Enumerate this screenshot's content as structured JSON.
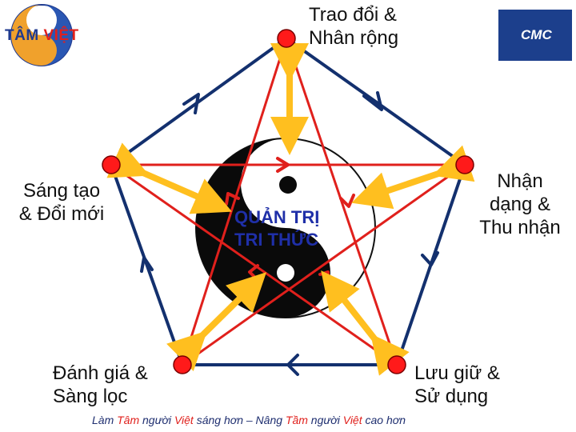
{
  "logo_left": {
    "part1": "TÂM",
    "part2": "VIỆT"
  },
  "logo_right": {
    "text": "CMC"
  },
  "nodes": {
    "top": [
      "Trao đổi &",
      "Nhân rộng"
    ],
    "left": [
      "Sáng tạo",
      "& Đổi mới"
    ],
    "right": [
      "Nhận",
      "dạng &",
      "Thu nhận"
    ],
    "bottom_left": [
      "Đánh giá &",
      "Sàng lọc"
    ],
    "bottom_right": [
      "Lưu giữ &",
      "Sử dụng"
    ]
  },
  "center": [
    "QUẢN TRỊ",
    "TRI THỨC"
  ],
  "footer": {
    "p1": "Làm ",
    "p2": "Tâm",
    "p3": " người ",
    "p4": "Việt",
    "p5": " sáng hơn – Nâng ",
    "p6": "Tầm",
    "p7": " người ",
    "p8": "Việt",
    "p9": " cao hơn"
  },
  "colors": {
    "pentagon": "#13306e",
    "star": "#e0201c",
    "arrow_yellow": "#ffbf1f",
    "node_fill": "#ff1a1a",
    "accent_red": "#e0201c"
  }
}
